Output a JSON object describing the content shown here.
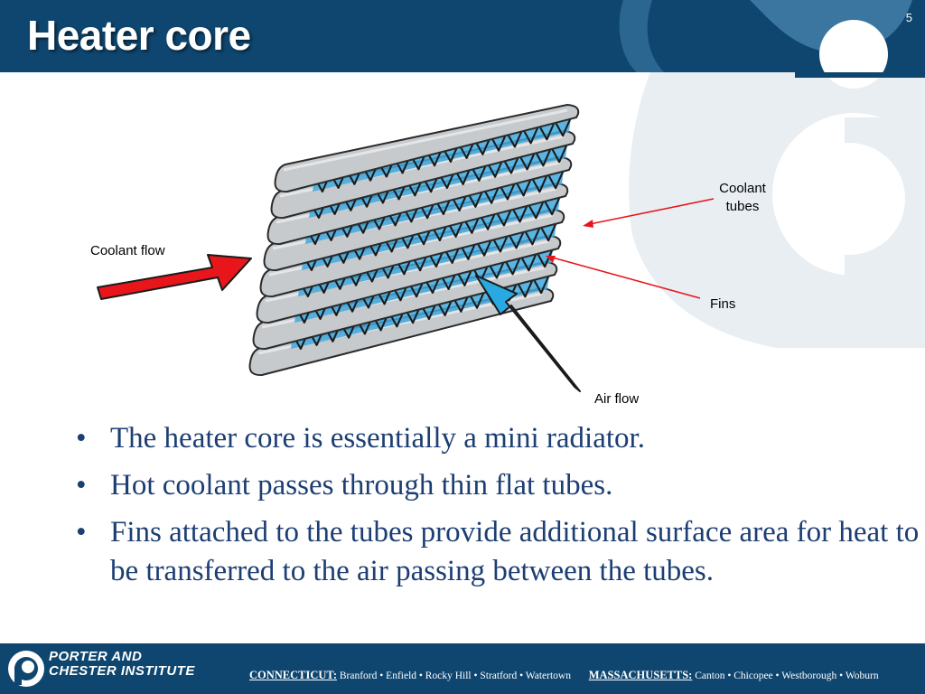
{
  "slide": {
    "title": "Heater core",
    "number": "5",
    "colors": {
      "navy": "#0e4670",
      "watermark": "#e9eef3",
      "bullet_text": "#1c3e73",
      "tube": "#c7cacd",
      "fin": "#3ea7dc",
      "coolant_arrow": "#e8161b",
      "air_arrow": "#29a9e1",
      "callout_line": "#e8161b"
    }
  },
  "figure": {
    "image": "heater-core-illustration",
    "labels": {
      "coolant_flow": "Coolant flow",
      "coolant_tubes": "Coolant\ntubes",
      "fins": "Fins",
      "air_flow": "Air flow"
    }
  },
  "bullets": [
    "The heater core is essentially a mini radiator.",
    "Hot coolant passes through thin flat tubes.",
    "Fins attached to the tubes provide additional surface area for heat to be transferred to the air passing between the tubes."
  ],
  "bullet_symbol": "•",
  "footer": {
    "logo_icon": "porter-chester-logo-icon",
    "logo_line1": "PORTER AND",
    "logo_line2": "CHESTER INSTITUTE",
    "state1": "CONNECTICUT:",
    "state1_cities": "Branford • Enfield • Rocky Hill • Stratford • Watertown",
    "state2": "MASSACHUSETTS:",
    "state2_cities": "Canton • Chicopee • Westborough • Woburn"
  }
}
